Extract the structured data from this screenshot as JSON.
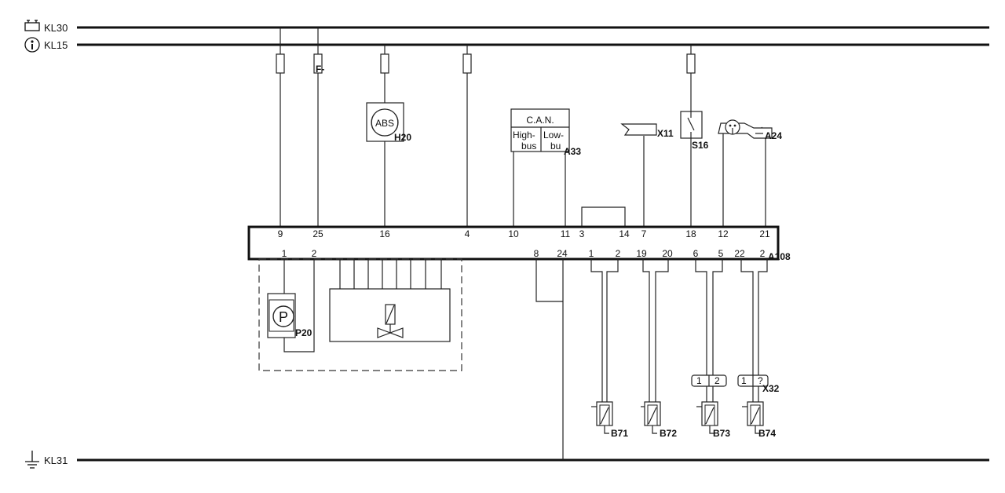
{
  "rails": {
    "kl30": "KL30",
    "kl15": "KL15",
    "kl31": "KL31"
  },
  "ecu": {
    "name": "A108",
    "top_pins": [
      "9",
      "25",
      "16",
      "4",
      "10",
      "11",
      "3",
      "14",
      "7",
      "18",
      "12",
      "21"
    ],
    "bottom_pins": [
      "1",
      "2",
      "8",
      "24",
      "1",
      "2",
      "19",
      "20",
      "6",
      "5",
      "22",
      "2"
    ]
  },
  "fuse_f_label": "F-",
  "warning_lamp": {
    "text": "ABS",
    "label": "H20"
  },
  "can_module": {
    "title": "C.A.N.",
    "high_l1": "High-",
    "high_l2": "bus",
    "low_l1": "Low-",
    "low_l2": "bu",
    "label": "A33"
  },
  "connector_x11": "X11",
  "switch_s16": "S16",
  "component_a24": "A24",
  "pump": {
    "symbol": "P",
    "label": "P20"
  },
  "connector_x32": {
    "label": "X32",
    "left": [
      "1",
      "2"
    ],
    "right": [
      "1",
      "?"
    ]
  },
  "sensors": [
    "B71",
    "B72",
    "B73",
    "B74"
  ]
}
